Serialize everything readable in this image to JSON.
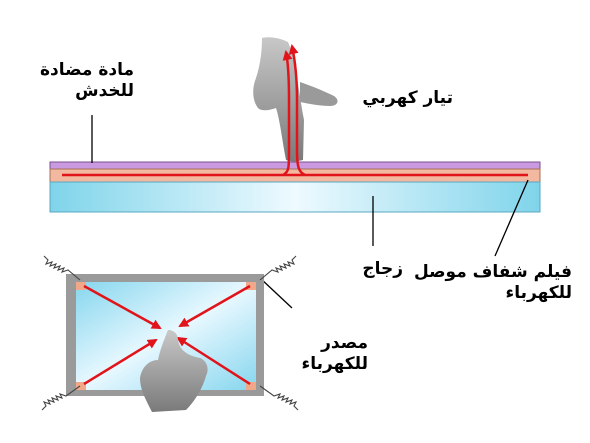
{
  "labels": {
    "coating": [
      "مادة مضادة",
      "للخدش"
    ],
    "current": "تيار كهربي",
    "glass": "زجاج",
    "film": [
      "فيلم شفاف موصل",
      "للكهرباء"
    ],
    "source": [
      "مصدر",
      "للكهرباء"
    ]
  },
  "colors": {
    "coating": "#c99ae0",
    "film": "#f2b8a0",
    "glass_edge": "#7fd4ea",
    "glass_center": "#eefaff",
    "current": "#e0141a",
    "frame": "#9a9a9a",
    "hand": "#8c8c8c",
    "corner_pad": "#f0a888"
  },
  "icons": [
    "finger-hand-icon",
    "pointing-hand-icon",
    "resistor-coil-icon"
  ]
}
